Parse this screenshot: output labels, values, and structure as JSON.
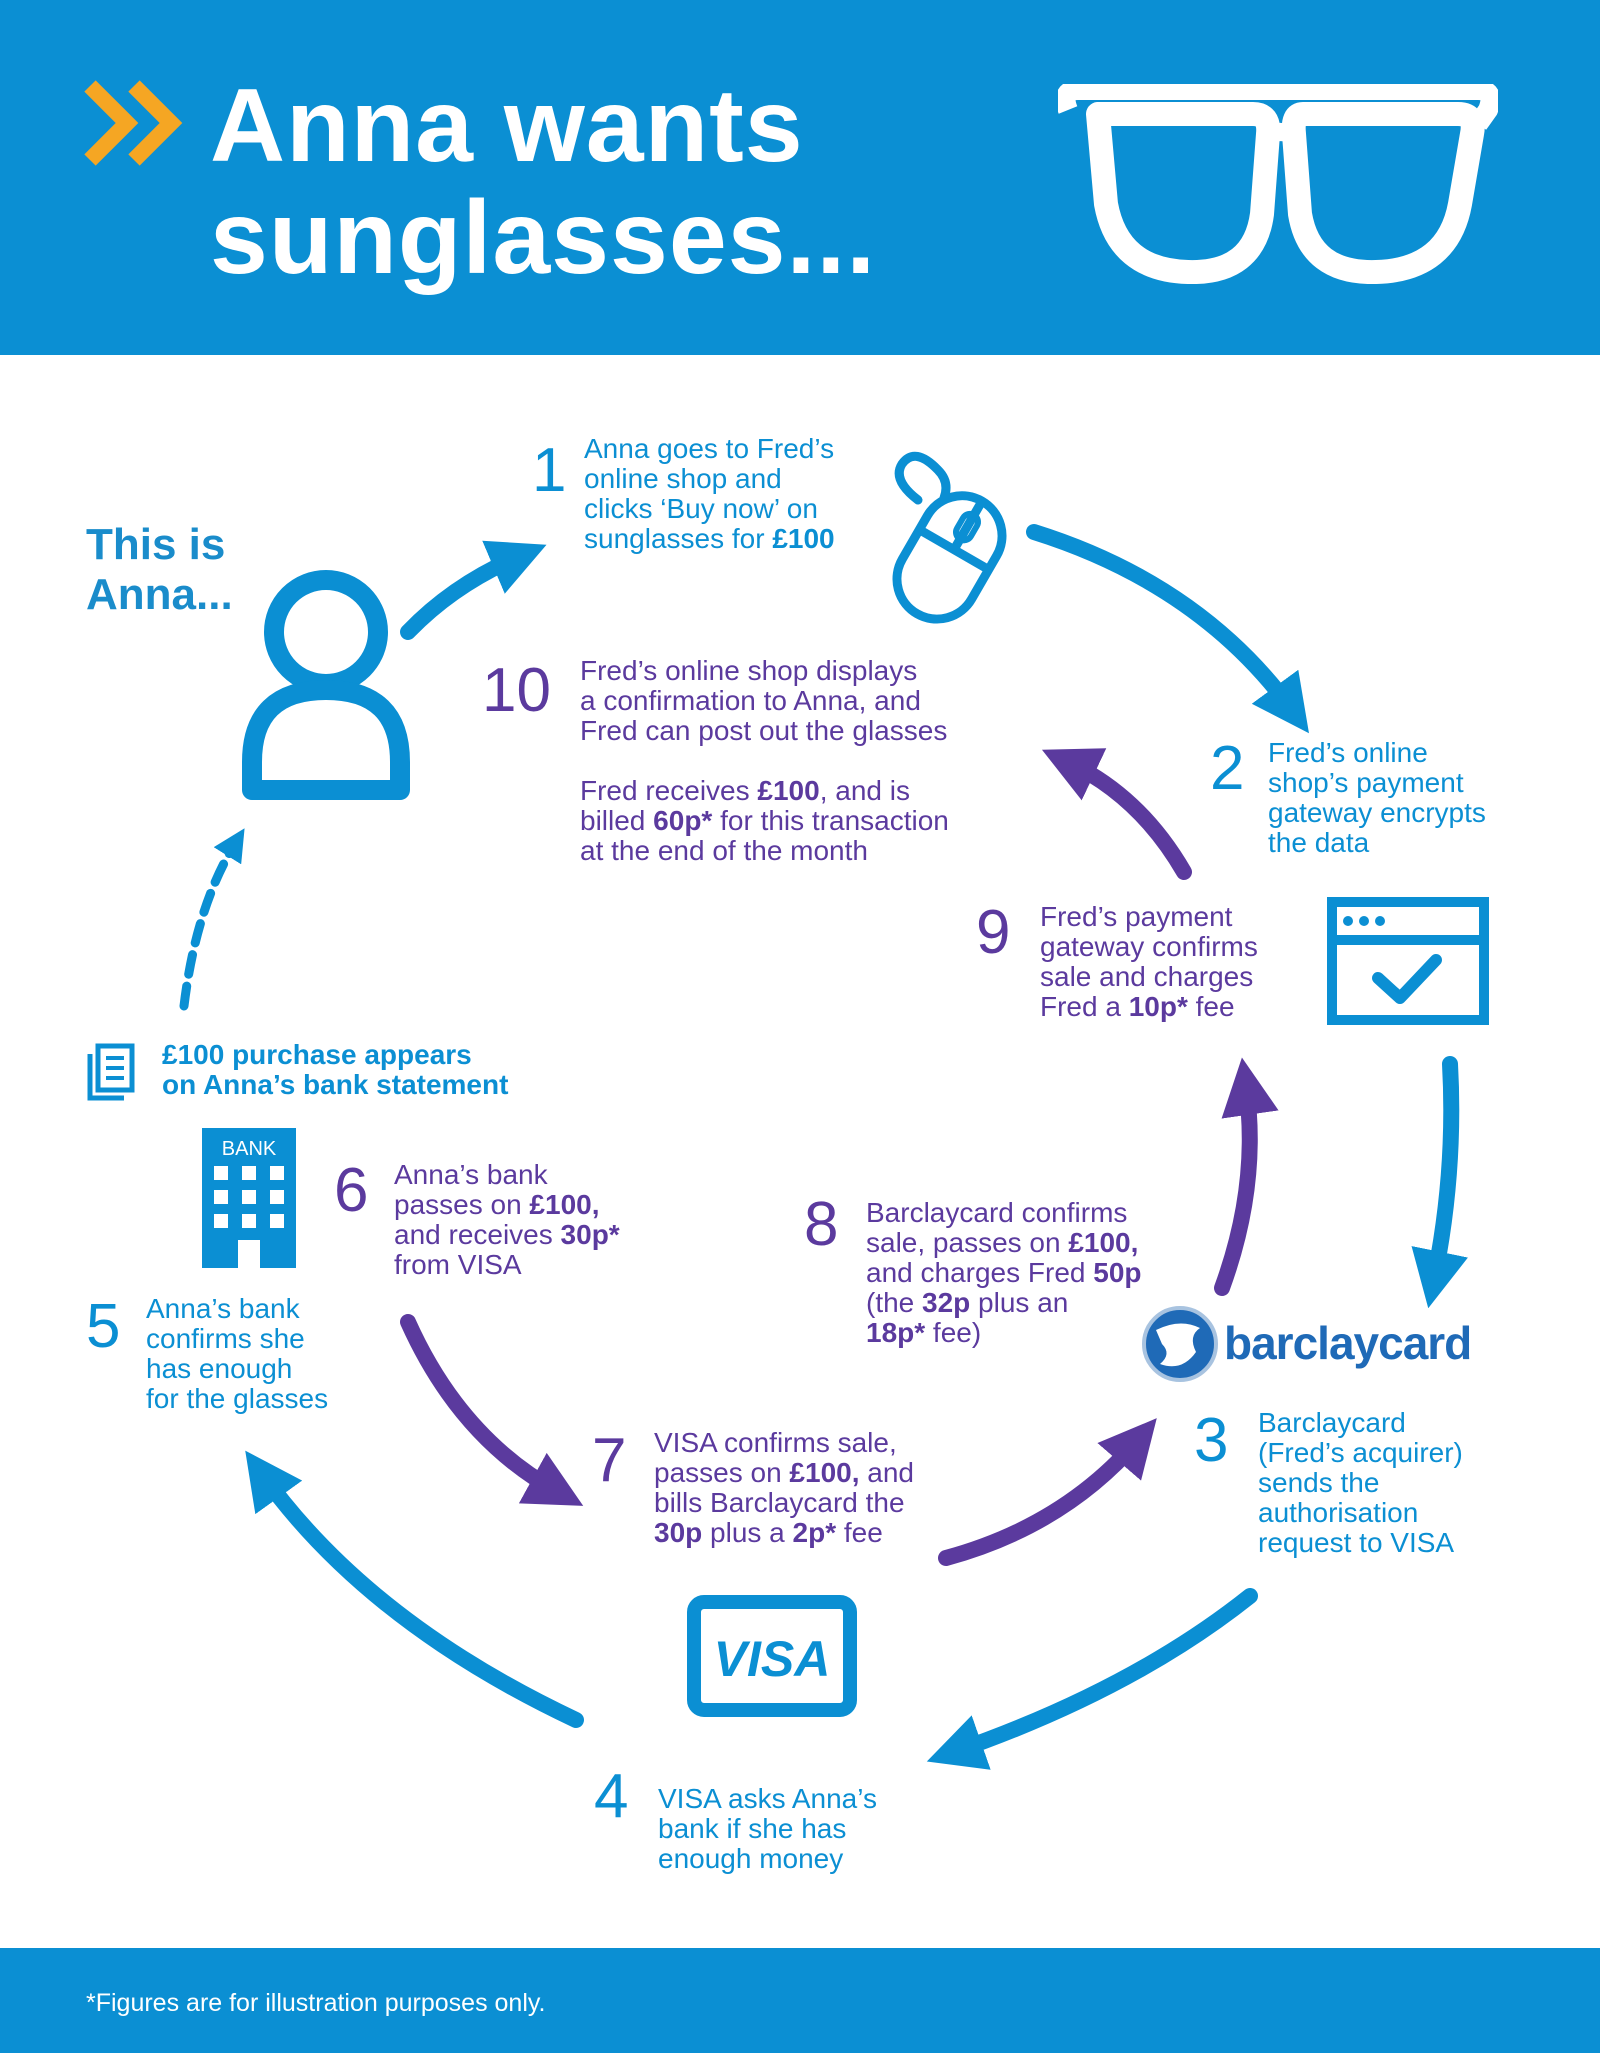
{
  "header": {
    "title_line1": "Anna wants",
    "title_line2": "sunglasses..."
  },
  "anna": {
    "label_line1": "This is",
    "label_line2": "Anna..."
  },
  "steps": [
    {
      "number": "1",
      "lines": [
        "Anna goes to Fred’s",
        "online shop and",
        "clicks ‘Buy now’ on",
        "sunglasses for {b}£100{/b}"
      ]
    },
    {
      "number": "2",
      "lines": [
        "Fred’s online",
        "shop’s payment",
        "gateway encrypts",
        "the data"
      ]
    },
    {
      "number": "3",
      "lines": [
        "Barclaycard",
        "(Fred’s acquirer)",
        "sends the",
        "authorisation",
        "request to VISA"
      ]
    },
    {
      "number": "4",
      "lines": [
        "VISA asks Anna’s",
        "bank if she has",
        "enough money"
      ]
    },
    {
      "number": "5",
      "lines": [
        "Anna’s bank",
        "confirms she",
        "has enough",
        "for the glasses"
      ]
    },
    {
      "number": "6",
      "lines": [
        "Anna’s bank",
        "passes on {b}£100,{/b}",
        "and receives {b}30p*{/b}",
        "from VISA"
      ]
    },
    {
      "number": "7",
      "lines": [
        "VISA confirms sale,",
        "passes on {b}£100,{/b} and",
        "bills Barclaycard the",
        "{b}30p{/b} plus a {b}2p*{/b} fee"
      ]
    },
    {
      "number": "8",
      "lines": [
        "Barclaycard confirms",
        "sale, passes on {b}£100,{/b}",
        "and charges Fred {b}50p{/b}",
        "(the {b}32p{/b} plus an",
        "{b}18p*{/b} fee)"
      ]
    },
    {
      "number": "9",
      "lines": [
        "Fred’s payment",
        "gateway confirms",
        "sale and charges",
        "Fred a {b}10p*{/b} fee"
      ]
    },
    {
      "number": "10",
      "lines": [
        "Fred’s online shop displays",
        "a confirmation to Anna, and",
        "Fred can post out the glasses"
      ]
    }
  ],
  "step10_extra": [
    "Fred receives {b}£100{/b}, and is",
    "billed {b}60p*{/b} for this transaction",
    "at the end of the month"
  ],
  "statement": {
    "line1": "£100 purchase appears",
    "line2": "on Anna’s bank statement"
  },
  "bank_sign": "BANK",
  "visa_logo": "VISA",
  "barclaycard_logo": "barclaycard",
  "footnote": "*Figures are for illustration purposes only.",
  "icons": [
    "chevrons-icon",
    "glasses-icon",
    "person-icon",
    "mouse-icon",
    "browser-check-icon",
    "barclaycard-eagle-icon",
    "visa-card-icon",
    "bank-building-icon",
    "statement-document-icon"
  ],
  "colors": {
    "brand_blue": "#0b8fd3",
    "purple": "#5b3a9e",
    "accent_orange": "#f5a623",
    "barclaycard_blue": "#1f6ab7"
  }
}
